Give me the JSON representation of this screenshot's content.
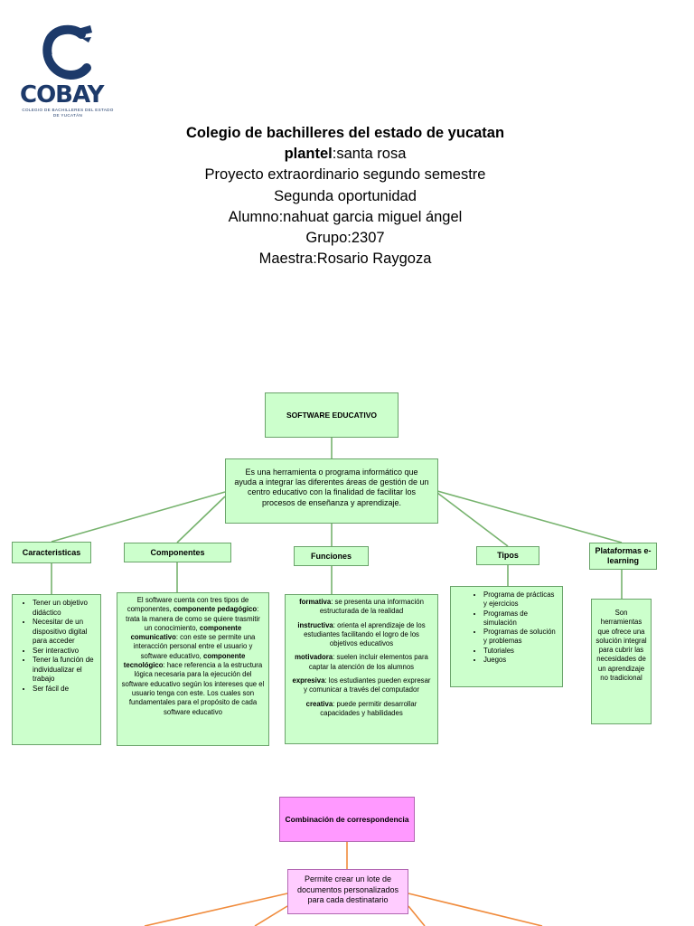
{
  "logo": {
    "name": "COBAY",
    "subtitle": "COLEGIO DE BACHILLERES DEL ESTADO DE YUCATÁN"
  },
  "header": {
    "line1": "Colegio de bachilleres del estado de yucatan",
    "line2_label": "plantel",
    "line2_value": ":santa rosa",
    "line3": "Proyecto extraordinario segundo semestre",
    "line4": "Segunda oportunidad",
    "line5": "Alumno:nahuat garcia miguel ángel",
    "line6": "Grupo:2307",
    "line7": "Maestra:Rosario Raygoza"
  },
  "map1": {
    "root": "SOFTWARE EDUCATIVO",
    "definition": "Es una herramienta o programa informático que ayuda a integrar las diferentes áreas de gestión de un centro educativo con la finalidad de facilitar los procesos de enseñanza y aprendizaje.",
    "branches": {
      "caracteristicas": {
        "title": "Caracteristicas",
        "items": [
          "Tener un objetivo didáctico",
          "Necesitar de un dispositivo digital para acceder",
          "Ser interactivo",
          "Tener la función de individualizar el trabajo",
          "Ser fácil de"
        ]
      },
      "componentes": {
        "title": "Componentes",
        "t1": "El software cuenta con tres tipos de componentes, ",
        "b1": "componente pedagógico",
        "t2": ": trata la manera de como se quiere trasmitir un conocimiento, ",
        "b2": "componente comunicativo",
        "t3": ": con este se permite una interacción personal entre el usuario y software educativo, ",
        "b3": "componente tecnológico",
        "t4": ": hace referencia a la estructura lógica necesaria para la ejecución del software educativo según los intereses que el usuario tenga con este. Los cuales son fundamentales para el propósito de cada software educativo"
      },
      "funciones": {
        "title": "Funciones",
        "items": [
          {
            "term": "formativa",
            "text": ": se presenta una información estructurada de la realidad"
          },
          {
            "term": "instructiva",
            "text": ": orienta el aprendizaje de los estudiantes facilitando el logro de los objetivos educativos"
          },
          {
            "term": "motivadora",
            "text": ": suelen incluir elementos para captar la atención de los alumnos"
          },
          {
            "term": "expresiva",
            "text": ": los estudiantes pueden expresar y comunicar a través del computador"
          },
          {
            "term": "creativa",
            "text": ": puede permitir desarrollar capacidades y habilidades"
          }
        ]
      },
      "tipos": {
        "title": "Tipos",
        "items": [
          "Programa de prácticas y ejercicios",
          "Programas de simulación",
          "Programas de solución y problemas",
          "Tutoriales",
          "Juegos"
        ]
      },
      "plataformas": {
        "title": "Plataformas e-learning",
        "text": "Son herramientas que ofrece una solución integral para cubrir las necesidades de un aprendizaje no tradicional"
      }
    }
  },
  "map2": {
    "root": "Combinación de correspondencia",
    "definition": "Permite crear un lote de documentos personalizados para cada destinatario"
  },
  "colors": {
    "green_fill": "#ccffcc",
    "green_line": "#77b36e",
    "pink_fill": "#ff99ff",
    "pink_light": "#ffccff",
    "orange_line": "#f08b3c",
    "logo_blue": "#1d3a6a"
  }
}
